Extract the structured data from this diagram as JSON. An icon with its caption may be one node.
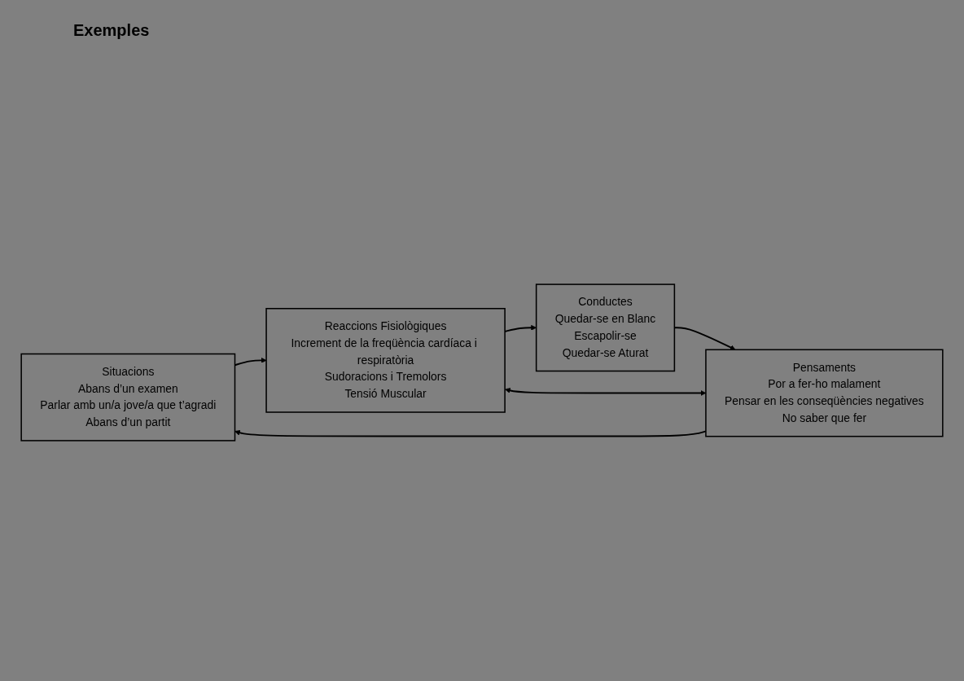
{
  "diagram": {
    "title": "Exemples",
    "nodes": [
      {
        "text": [
          "Situacions",
          "Abans d’un examen",
          "Parlar amb un/a jove/a que t’agradi",
          "Abans d’un partit"
        ]
      },
      {
        "text": [
          "Reaccions Fisiològiques",
          "Increment de la freqüència cardíaca i respiratòria",
          "Sudoracions i Tremolors",
          "Tensió Muscular"
        ]
      },
      {
        "text": [
          "Conductes",
          "Quedar-se en Blanc",
          "Escapolir-se",
          "Quedar-se Aturat"
        ]
      },
      {
        "text": [
          "Pensaments",
          "Por a fer-ho malament",
          "Pensar en les conseqüències negatives",
          "No saber que fer"
        ]
      }
    ],
    "edges": [
      {
        "from": 0,
        "to": 1,
        "arrow": "to"
      },
      {
        "from": 1,
        "to": 2,
        "arrow": "to"
      },
      {
        "from": 2,
        "to": 3,
        "arrow": "to"
      },
      {
        "from": 3,
        "to": 0,
        "arrow": "to"
      },
      {
        "from": 1,
        "to": 3,
        "arrow": "both"
      }
    ]
  }
}
